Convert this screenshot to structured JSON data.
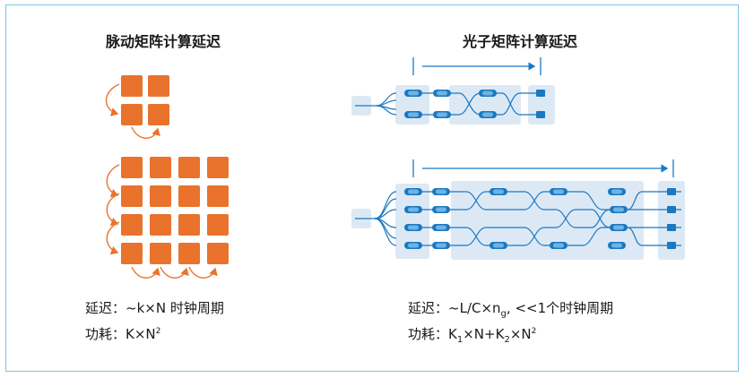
{
  "left": {
    "title": "脉动矩阵计算延迟",
    "latency": {
      "label": "延迟：",
      "value": "~k×N 时钟周期"
    },
    "power": {
      "label": "功耗：",
      "value_base": "K×N",
      "value_exp": "2"
    }
  },
  "right": {
    "title": "光子矩阵计算延迟",
    "latency": {
      "label": "延迟：",
      "value_a": "~L/C×n",
      "value_sub": "g",
      "value_b": ", <<1个时钟周期"
    },
    "power": {
      "label": "功耗：",
      "p1": "K",
      "p1_sub": "1",
      "p2": "×N+K",
      "p2_sub": "2",
      "p3": "×N",
      "p3_exp": "2"
    }
  },
  "colors": {
    "frame": "#7fc3e6",
    "tile": "#e9732c",
    "arrow": "#e9732c",
    "panel": "#dce9f5",
    "photonic_line": "#1b78c2",
    "bracket": "#1b78c2"
  },
  "icons": [
    "curved-arrow-icon",
    "waveguide-icon",
    "phase-shifter-icon",
    "detector-icon"
  ]
}
